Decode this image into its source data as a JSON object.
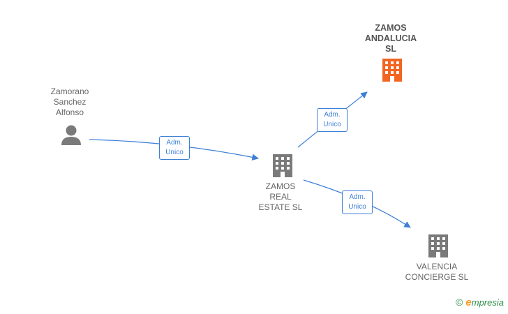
{
  "nodes": {
    "person": {
      "label": "Zamorano\nSanchez\nAlfonso",
      "icon": "person-icon"
    },
    "zamos_real_estate": {
      "label": "ZAMOS\nREAL\nESTATE  SL",
      "icon": "building-icon"
    },
    "zamos_andalucia": {
      "label": "ZAMOS\nANDALUCIA\nSL",
      "icon": "building-icon"
    },
    "valencia_concierge": {
      "label": "VALENCIA\nCONCIERGE SL",
      "icon": "building-icon"
    }
  },
  "edges": [
    {
      "from": "person",
      "to": "zamos_real_estate",
      "label": "Adm.\nUnico"
    },
    {
      "from": "zamos_real_estate",
      "to": "zamos_andalucia",
      "label": "Adm.\nUnico"
    },
    {
      "from": "zamos_real_estate",
      "to": "valencia_concierge",
      "label": "Adm.\nUnico"
    }
  ],
  "colors": {
    "edge": "#3d7fd6",
    "building_default": "#7a7a7a",
    "building_highlight": "#f26522",
    "person": "#7a7a7a"
  },
  "brand": {
    "copyright": "©",
    "name_first": "e",
    "name_rest": "mpresia"
  }
}
